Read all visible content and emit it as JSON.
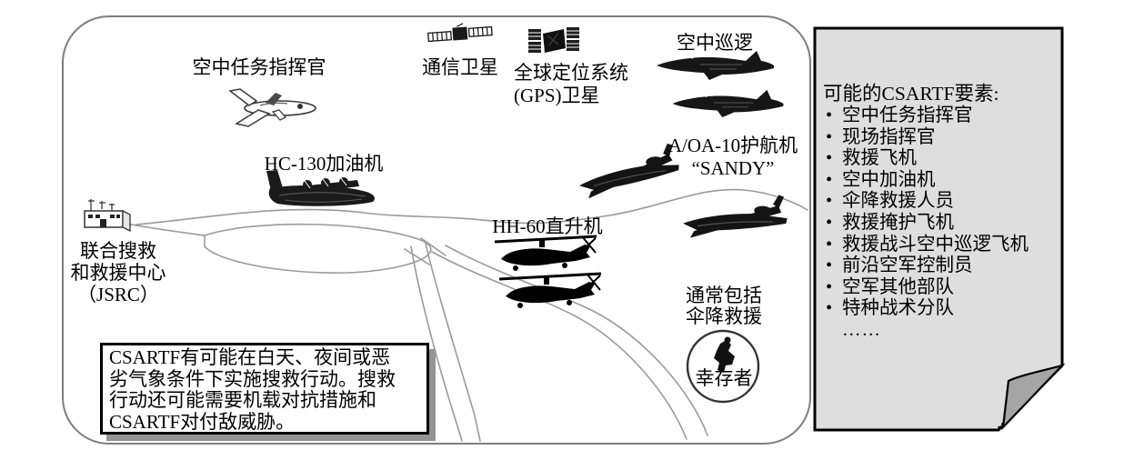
{
  "figure": {
    "kind": "CSARTF combat search and rescue concept diagram",
    "colors": {
      "ink": "#000000",
      "scene_border": "#7e7e7e",
      "terrain_line": "#9a9a9a",
      "panel_bg": "#dedede",
      "fold_gray": "#a5a5a5",
      "note_shadow": "#949494"
    }
  },
  "labels": {
    "air_mission_commander": "空中任务指挥官",
    "comm_satellite": "通信卫星",
    "gps_line1": "全球定位系统",
    "gps_line2": "(GPS)卫星",
    "air_patrol": "空中巡逻",
    "escort_line1": "A/OA-10护航机",
    "escort_line2": "“SANDY”",
    "hc130": "HC-130加油机",
    "hh60": "HH-60直升机",
    "jsrc_line1": "联合搜救",
    "jsrc_line2": "和救援中心",
    "jsrc_line3": "（JSRC）",
    "usually_line1": "通常包括",
    "usually_line2": "伞降救援",
    "survivor": "幸存者"
  },
  "note_box": {
    "lines": [
      "CSARTF有可能在白天、夜间或恶",
      "劣气象条件下实施搜救行动。搜救",
      "行动还可能需要机载对抗措施和",
      "CSARTF对付敌威胁。"
    ]
  },
  "panel": {
    "title": "可能的CSARTF要素:",
    "bullet": "•",
    "items": [
      "空中任务指挥官",
      "现场指挥官",
      "救援飞机",
      "空中加油机",
      "伞降救援人员",
      "救援掩护飞机",
      "救援战斗空中巡逻飞机",
      "前沿空军控制员",
      "空军其他部队",
      "特种战术分队"
    ],
    "ellipsis": "……"
  },
  "icons": {
    "command_aircraft": "sketched-jet-icon",
    "comm_satellite": "satellite-with-panels-icon",
    "gps_satellite": "gps-satellite-icon",
    "patrol_jets": "fighter-jet-icon-x2",
    "escort_a10": "a10-aircraft-icon-x2",
    "hc130_tanker": "transport-aircraft-icon",
    "jsrc_building": "command-center-building-icon",
    "hh60_helicopters": "black-helicopter-icon-x2",
    "survivor": "person-in-circle-icon",
    "page_fold": "dog-ear-corner"
  }
}
